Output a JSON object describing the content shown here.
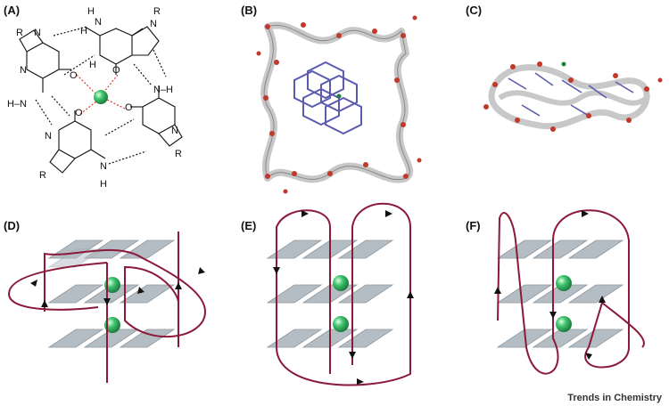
{
  "panels": [
    {
      "id": "A",
      "label": "(A)"
    },
    {
      "id": "B",
      "label": "(B)"
    },
    {
      "id": "C",
      "label": "(C)"
    },
    {
      "id": "D",
      "label": "(D)"
    },
    {
      "id": "E",
      "label": "(E)"
    },
    {
      "id": "F",
      "label": "(F)"
    }
  ],
  "atoms": {
    "R": "R",
    "N": "N",
    "H": "H",
    "O": "O",
    "H_N": "H–N",
    "N_H": "N–H"
  },
  "credit": "Trends in Chemistry",
  "colors": {
    "strand": "#8b1a3a",
    "plate": "#b4bcc4",
    "plate_edge": "#8f979f",
    "ion": "#3ec46d",
    "bond": "#e03a2f",
    "backbone": "#c8c8c8",
    "purple": "#5b5bb0",
    "red": "#c0392b"
  }
}
